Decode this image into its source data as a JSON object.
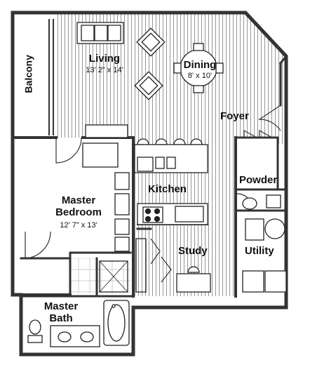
{
  "rooms": {
    "balcony": {
      "name": "Balcony"
    },
    "living": {
      "name": "Living",
      "size": "13' 2\" x 14'"
    },
    "dining": {
      "name": "Dining",
      "size": "8' x 10'"
    },
    "foyer": {
      "name": "Foyer"
    },
    "kitchen": {
      "name": "Kitchen"
    },
    "powder": {
      "name": "Powder"
    },
    "master_bedroom": {
      "name_line1": "Master",
      "name_line2": "Bedroom",
      "size": "12' 7\" x 13'"
    },
    "study": {
      "name": "Study"
    },
    "utility": {
      "name": "Utility"
    },
    "master_bath": {
      "name_line1": "Master",
      "name_line2": "Bath"
    }
  },
  "colors": {
    "wall": "#333333",
    "hatch": "#8a8a8a",
    "fixture": "#222222",
    "background": "#ffffff"
  }
}
